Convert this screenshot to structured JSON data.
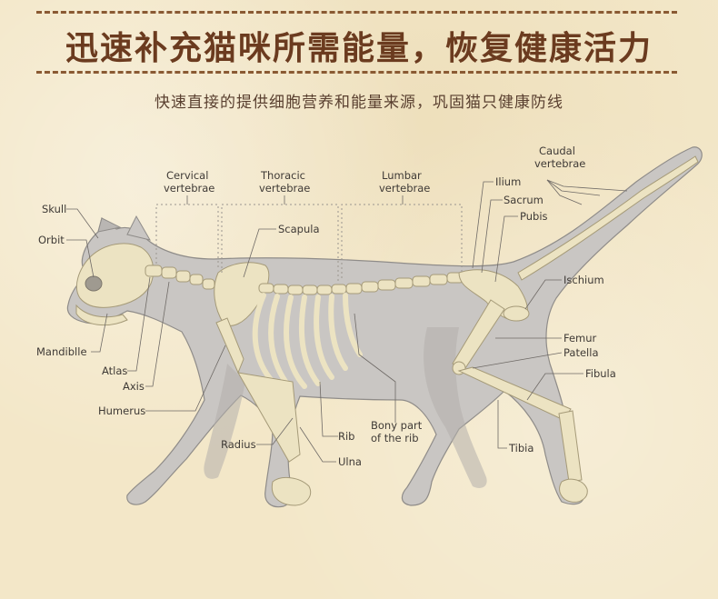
{
  "header": {
    "title": "迅速补充猫咪所需能量，恢复健康活力",
    "subtitle": "快速直接的提供细胞营养和能量来源，巩固猫只健康防线"
  },
  "labels": {
    "skull": "Skull",
    "orbit": "Orbit",
    "mandible": "Mandiblle",
    "atlas": "Atlas",
    "axis": "Axis",
    "humerus": "Humerus",
    "radius": "Radius",
    "cervical_1": "Cervical",
    "cervical_2": "vertebrae",
    "thoracic_1": "Thoracic",
    "thoracic_2": "vertebrae",
    "lumbar_1": "Lumbar",
    "lumbar_2": "vertebrae",
    "scapula": "Scapula",
    "rib": "Rib",
    "ulna": "Ulna",
    "bony_1": "Bony part",
    "bony_2": "of the rib",
    "ilium": "Ilium",
    "sacrum": "Sacrum",
    "pubis": "Pubis",
    "caudal_1": "Caudal",
    "caudal_2": "vertebrae",
    "ischium": "Ischium",
    "femur": "Femur",
    "patella": "Patella",
    "fibula": "Fibula",
    "tibia": "Tibia"
  },
  "colors": {
    "title": "#6b3b1f",
    "body": "#c9c6c3",
    "bone": "#ece3c2",
    "leader": "#6f6a66"
  }
}
